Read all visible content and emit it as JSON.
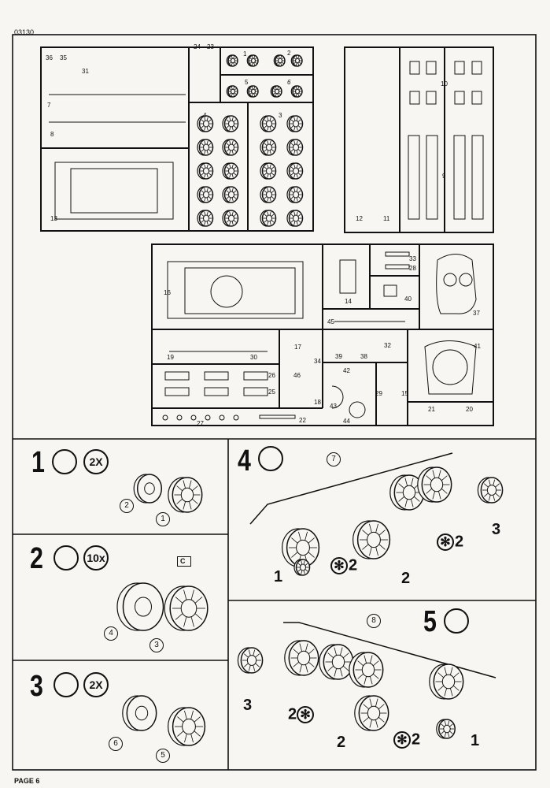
{
  "header": {
    "kit_code": "03130"
  },
  "footer": {
    "page_label": "PAGE 6"
  },
  "sprue_1": {
    "parts": [
      "36",
      "35",
      "31",
      "7",
      "8",
      "13",
      "24",
      "23",
      "1",
      "2",
      "5",
      "6",
      "4",
      "3"
    ]
  },
  "sprue_2": {
    "parts": [
      "12",
      "11",
      "10",
      "9"
    ]
  },
  "sprue_3": {
    "parts": [
      "16",
      "14",
      "33",
      "28",
      "40",
      "45",
      "37",
      "19",
      "30",
      "17",
      "34",
      "46",
      "18",
      "39",
      "38",
      "32",
      "41",
      "26",
      "25",
      "42",
      "43",
      "44",
      "29",
      "15",
      "21",
      "20",
      "27",
      "22"
    ]
  },
  "steps": [
    {
      "number": "1",
      "quantity": "2X",
      "icon": "glue-icon",
      "callouts": [
        "2",
        "1"
      ]
    },
    {
      "number": "2",
      "quantity": "10x",
      "icon": "glue-icon",
      "flag": "C",
      "callouts": [
        "4",
        "3"
      ]
    },
    {
      "number": "3",
      "quantity": "2X",
      "icon": "glue-icon",
      "callouts": [
        "6",
        "5"
      ]
    },
    {
      "number": "4",
      "icon": "glue-icon",
      "callouts": [
        "7"
      ],
      "labels": [
        "1",
        "2",
        "2",
        "2",
        "3"
      ],
      "star": "✻"
    },
    {
      "number": "5",
      "icon": "glue-icon",
      "callouts": [
        "8"
      ],
      "labels": [
        "3",
        "2",
        "2",
        "2",
        "1"
      ],
      "star": "✻"
    }
  ]
}
